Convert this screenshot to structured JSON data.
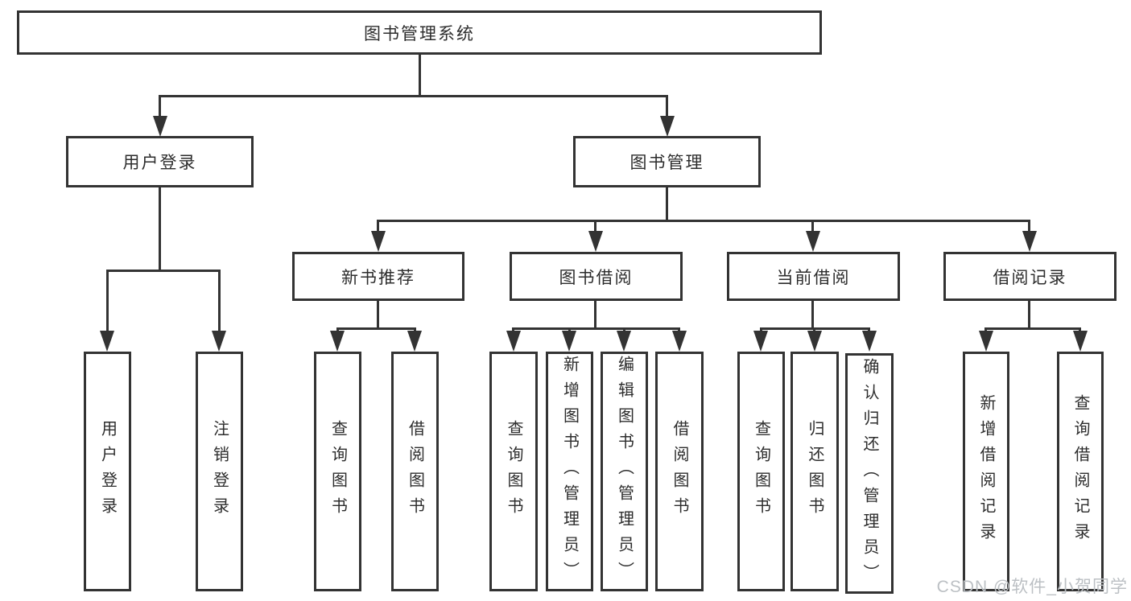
{
  "tree": {
    "label": "图书管理系统",
    "children": [
      {
        "label": "用户登录",
        "children": [
          {
            "label": "用户登录"
          },
          {
            "label": "注销登录"
          }
        ]
      },
      {
        "label": "图书管理",
        "children": [
          {
            "label": "新书推荐",
            "children": [
              {
                "label": "查询图书"
              },
              {
                "label": "借阅图书"
              }
            ]
          },
          {
            "label": "图书借阅",
            "children": [
              {
                "label": "查询图书"
              },
              {
                "label": "新增图书（管理员）"
              },
              {
                "label": "编辑图书（管理员）"
              },
              {
                "label": "借阅图书"
              }
            ]
          },
          {
            "label": "当前借阅",
            "children": [
              {
                "label": "查询图书"
              },
              {
                "label": "归还图书"
              },
              {
                "label": "确认归还（管理员）"
              }
            ]
          },
          {
            "label": "借阅记录",
            "children": [
              {
                "label": "新增借阅记录"
              },
              {
                "label": "查询借阅记录"
              }
            ]
          }
        ]
      }
    ]
  },
  "watermark": {
    "text": "CSDN @软件_小贺同学"
  },
  "colors": {
    "line": "#333333",
    "box_border": "#333333",
    "text": "#2d2d2d",
    "background": "#ffffff",
    "watermark": "#bcc0c4"
  }
}
